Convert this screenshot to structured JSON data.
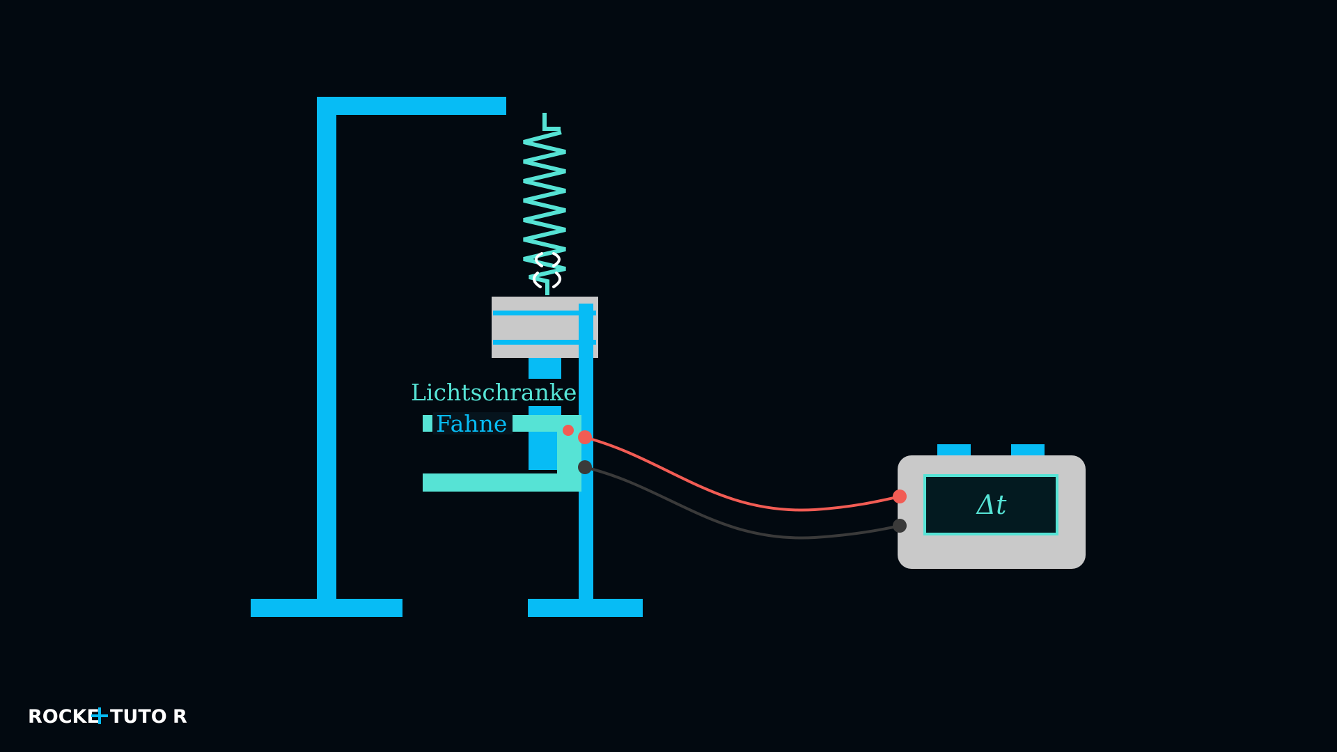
{
  "labels": {
    "light_barrier": "Lichtschranke",
    "flag": "Fahne",
    "display": "Δt"
  },
  "logo": {
    "text_left": "ROCKE",
    "text_right": "TUTO",
    "text_end": "R"
  },
  "colors": {
    "background": "#020910",
    "stand": "#07bcf5",
    "spring": "#56e3d5",
    "gate": "#56e3d5",
    "mass_block": "#c9c9c9",
    "wire_red": "#f25c54",
    "wire_black": "#3a3a3a",
    "timer_body": "#c9c9c9",
    "timer_screen": "#031a20",
    "logo": "#ffffff"
  },
  "icons": {
    "motion_marks": "oscillation-arcs-icon",
    "logo_cross": "plus-icon"
  }
}
